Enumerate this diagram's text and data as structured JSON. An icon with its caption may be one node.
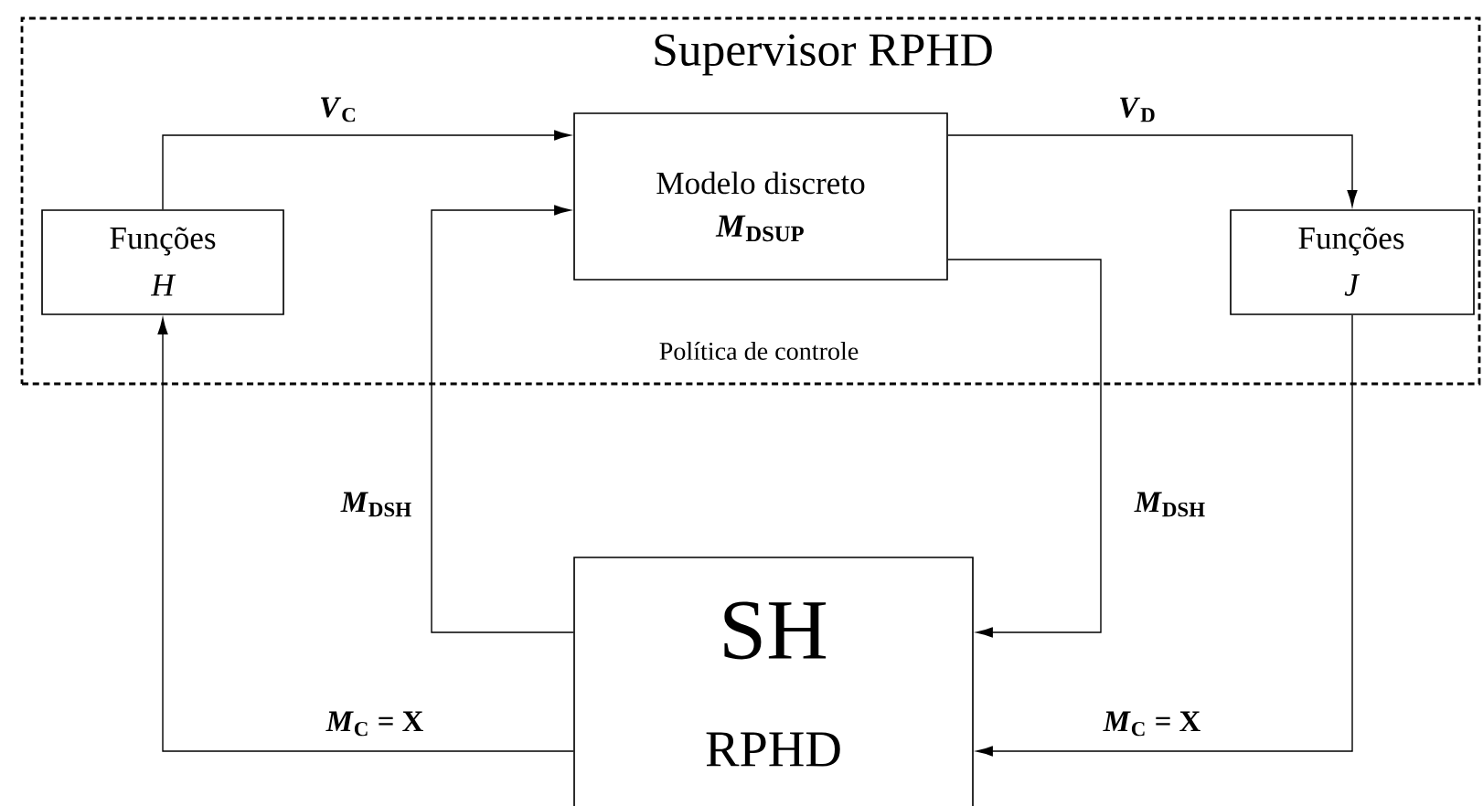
{
  "diagram": {
    "nodes": [
      {
        "text": [
          "Supervisor RPHD",
          "Política de controle"
        ]
      },
      {
        "text": [
          "Funções",
          "H"
        ],
        "in": 0
      },
      {
        "text": [
          "Modelo discreto",
          "*M*$_{DSUP}$"
        ],
        "in": 0
      },
      {
        "text": [
          "Funções",
          "J"
        ],
        "in": 0
      },
      {
        "text": [
          "SH",
          "RPHD"
        ]
      }
    ],
    "edges": [
      {
        "from": 1,
        "to": 2,
        "arrow": "to",
        "label": "*V*$_{C}$"
      },
      {
        "from": 2,
        "to": 3,
        "arrow": "to",
        "label": "*V*$_{D}$"
      },
      {
        "from": 4,
        "to": 2,
        "arrow": "to",
        "label": "*M*$_{DSH}$"
      },
      {
        "from": 2,
        "to": 4,
        "arrow": "to",
        "label": "*M*$_{DSH}$"
      },
      {
        "from": 4,
        "to": 1,
        "arrow": "to",
        "label": "*M*$_{C}$ = X"
      },
      {
        "from": 3,
        "to": 4,
        "arrow": "to",
        "label": "*M*$_{C}$ = X"
      }
    ]
  }
}
